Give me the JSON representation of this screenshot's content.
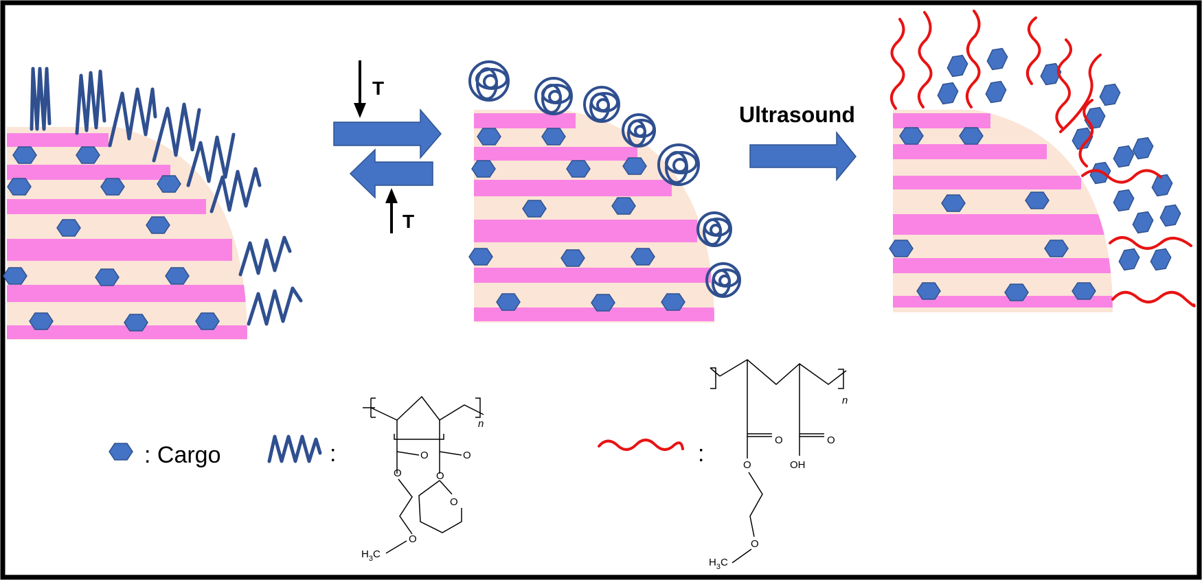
{
  "labels": {
    "t_down": "T",
    "t_up": "T",
    "ultrasound": "Ultrasound",
    "cargo_legend": ": Cargo",
    "blue_polymer_colon": ":",
    "red_polymer_colon": ":"
  },
  "chemistry": {
    "left_structure": {
      "subscript": "n",
      "o1": "O",
      "o2": "O",
      "o3": "O",
      "o4": "O",
      "o5": "O",
      "o6": "O",
      "methyl": "H3C"
    },
    "right_structure": {
      "subscript": "n",
      "o1": "O",
      "o2": "O",
      "o3": "O",
      "oh": "OH",
      "o5": "O",
      "methyl": "H3C"
    }
  },
  "colors": {
    "particle_core": "#fbe5d6",
    "stripe": "#f984e4",
    "cargo": "#4472c4",
    "thermo_polymer": "#2f4f8f",
    "sonicated_polymer": "#e81313",
    "arrow": "#4472c4"
  }
}
